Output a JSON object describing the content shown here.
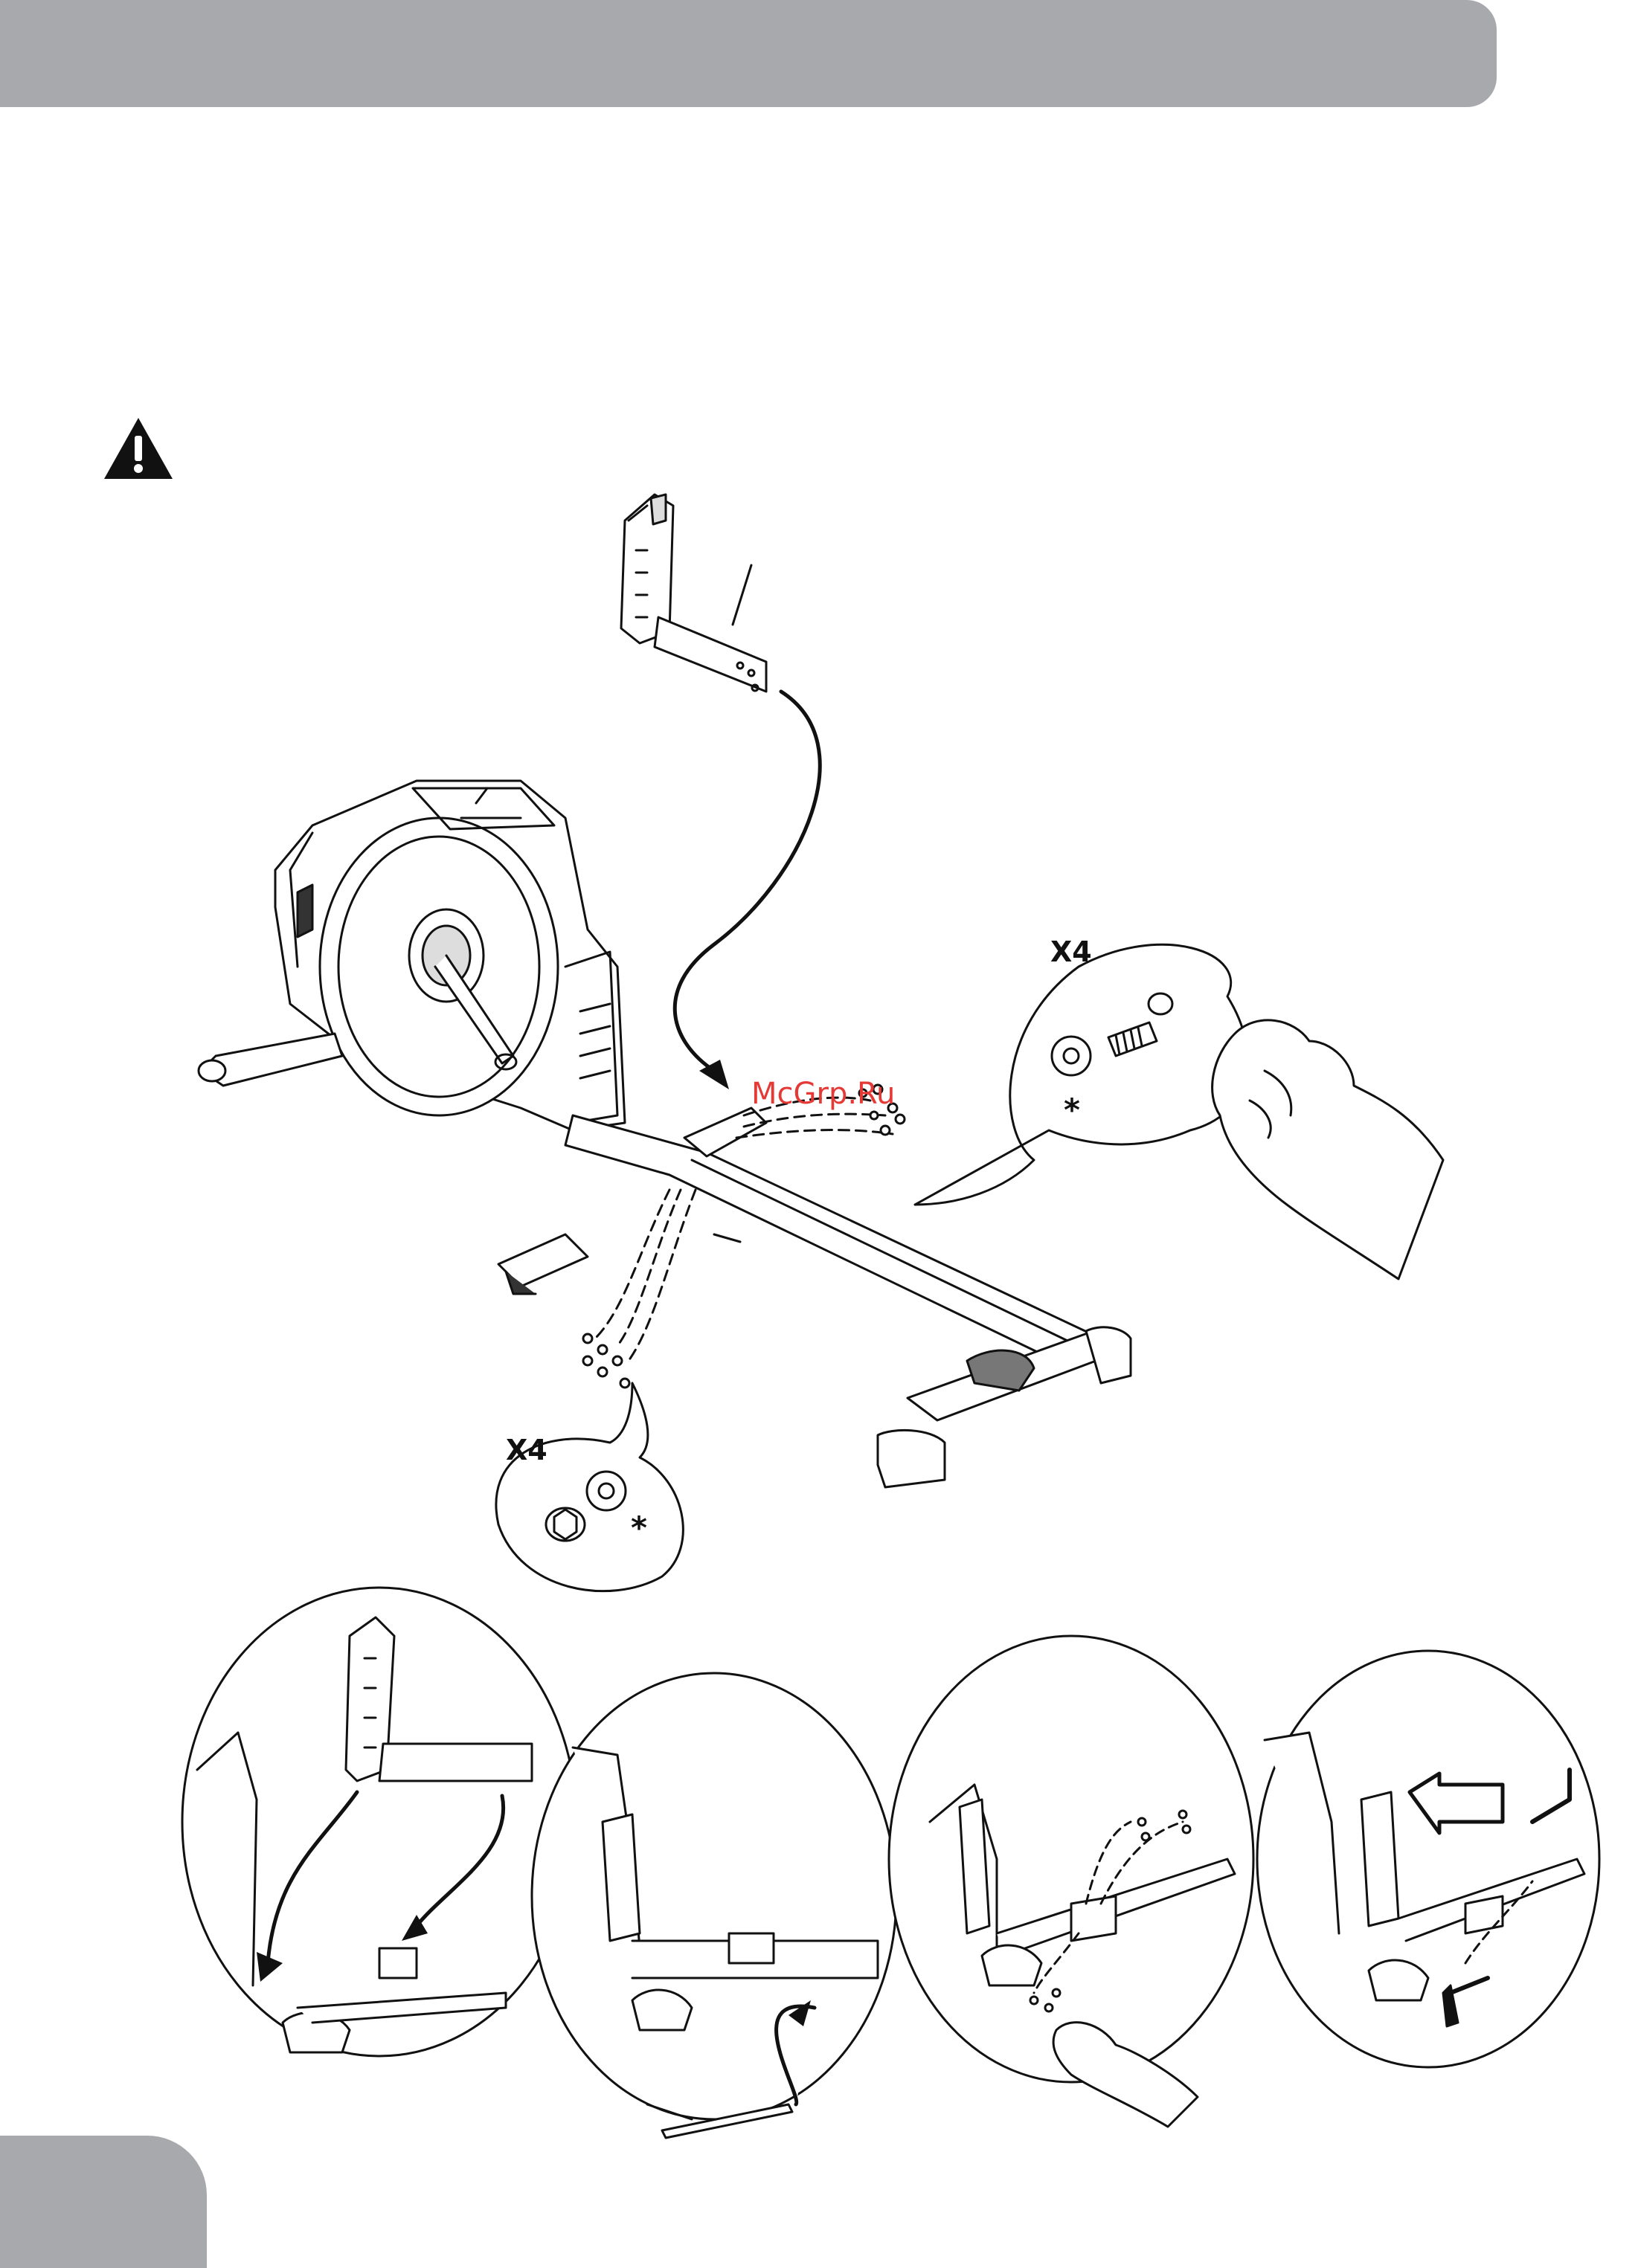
{
  "page": {
    "header_bar_color": "#a7a9ac",
    "footer_tab_color": "#a7a9ac",
    "warning_icon": "warning-triangle-icon",
    "watermark": "McGrp.Ru"
  },
  "callouts": {
    "bolts": {
      "quantity": "X4",
      "washer_mark": "*"
    },
    "nuts": {
      "quantity": "X4",
      "washer_mark": "*"
    }
  },
  "steps": [
    {
      "name": "insert-rear-stabilizer"
    },
    {
      "name": "insert-tube"
    },
    {
      "name": "fasten-bolts"
    },
    {
      "name": "tighten-with-hex-key"
    }
  ]
}
